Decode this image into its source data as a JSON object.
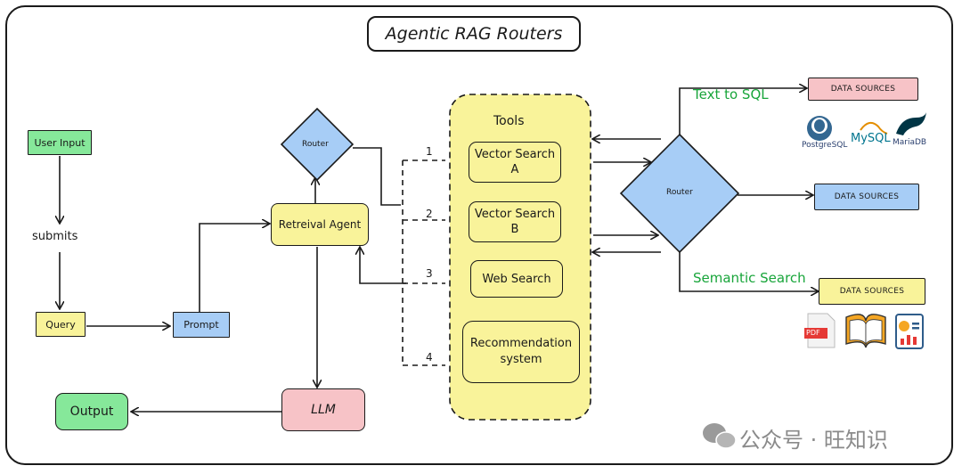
{
  "title": "Agentic RAG Routers",
  "nodes": {
    "user_input": "User Input",
    "submits": "submits",
    "query": "Query",
    "prompt": "Prompt",
    "retrieval_agent": "Retreival Agent",
    "router_left": "Router",
    "llm": "LLM",
    "output": "Output",
    "tools_title": "Tools",
    "vector_a": "Vector Search A",
    "vector_b": "Vector Search B",
    "web_search": "Web Search",
    "recommendation": "Recommendation system",
    "router_right": "Router"
  },
  "tool_numbers": [
    "1",
    "2",
    "3",
    "4"
  ],
  "routes": {
    "text_to_sql": "Text to SQL",
    "semantic_search": "Semantic Search"
  },
  "data_sources": [
    "DATA SOURCES",
    "DATA SOURCES",
    "DATA SOURCES"
  ],
  "logos": {
    "postgres": "PostgreSQL",
    "mysql": "MySQL",
    "mariadb": "MariaDB",
    "pdf": "PDF"
  },
  "watermark": "公众号 · 旺知识",
  "colors": {
    "green": "#86e89a",
    "yellow": "#f9f39a",
    "blue": "#a7cdf6",
    "pink": "#f7c3c7",
    "data_source_pink": "#f7c3c7",
    "route_green": "#18a53a"
  }
}
